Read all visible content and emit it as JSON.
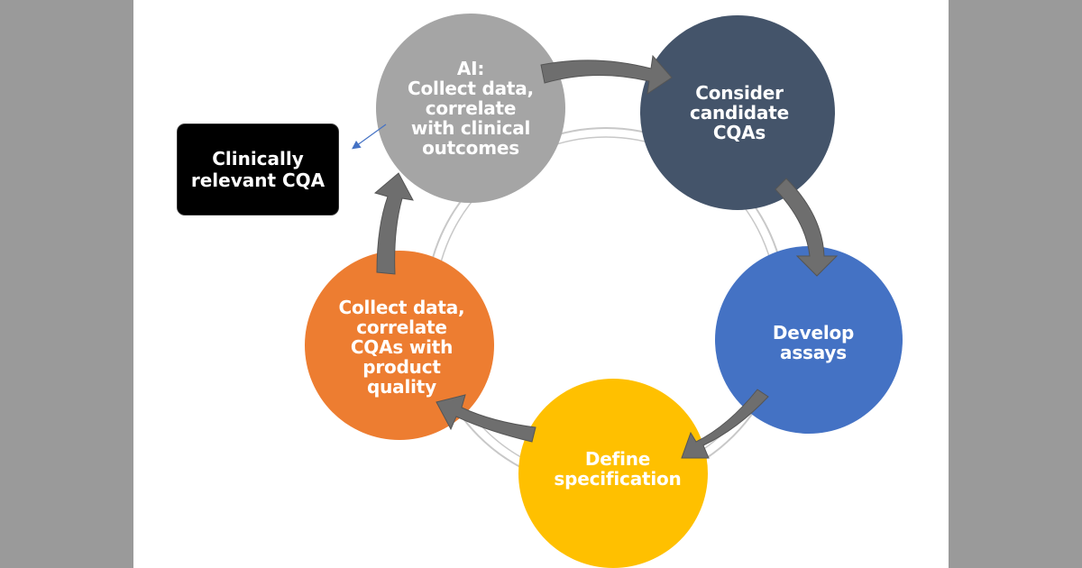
{
  "nodes": {
    "ai_collect": {
      "heading": "AI:",
      "lines": [
        "Collect data,",
        "correlate",
        "with clinical",
        "outcomes"
      ],
      "color": "#a5a5a5"
    },
    "consider": {
      "lines": [
        "Consider",
        "candidate",
        "CQAs"
      ],
      "color": "#44546a"
    },
    "develop": {
      "lines": [
        "Develop",
        "assays"
      ],
      "color": "#4472c4"
    },
    "define": {
      "lines": [
        "Define",
        "specification"
      ],
      "color": "#ffc000"
    },
    "collect_quality": {
      "lines": [
        "Collect data,",
        "correlate",
        "CQAs with",
        "product",
        "quality"
      ],
      "color": "#ed7d31"
    }
  },
  "callout": {
    "lines": [
      "Clinically",
      "relevant CQA"
    ],
    "color": "#000000"
  },
  "arrow_color": "#6e6e6e",
  "ring_color": "#d9d9d9",
  "pointer_color": "#4472c4"
}
